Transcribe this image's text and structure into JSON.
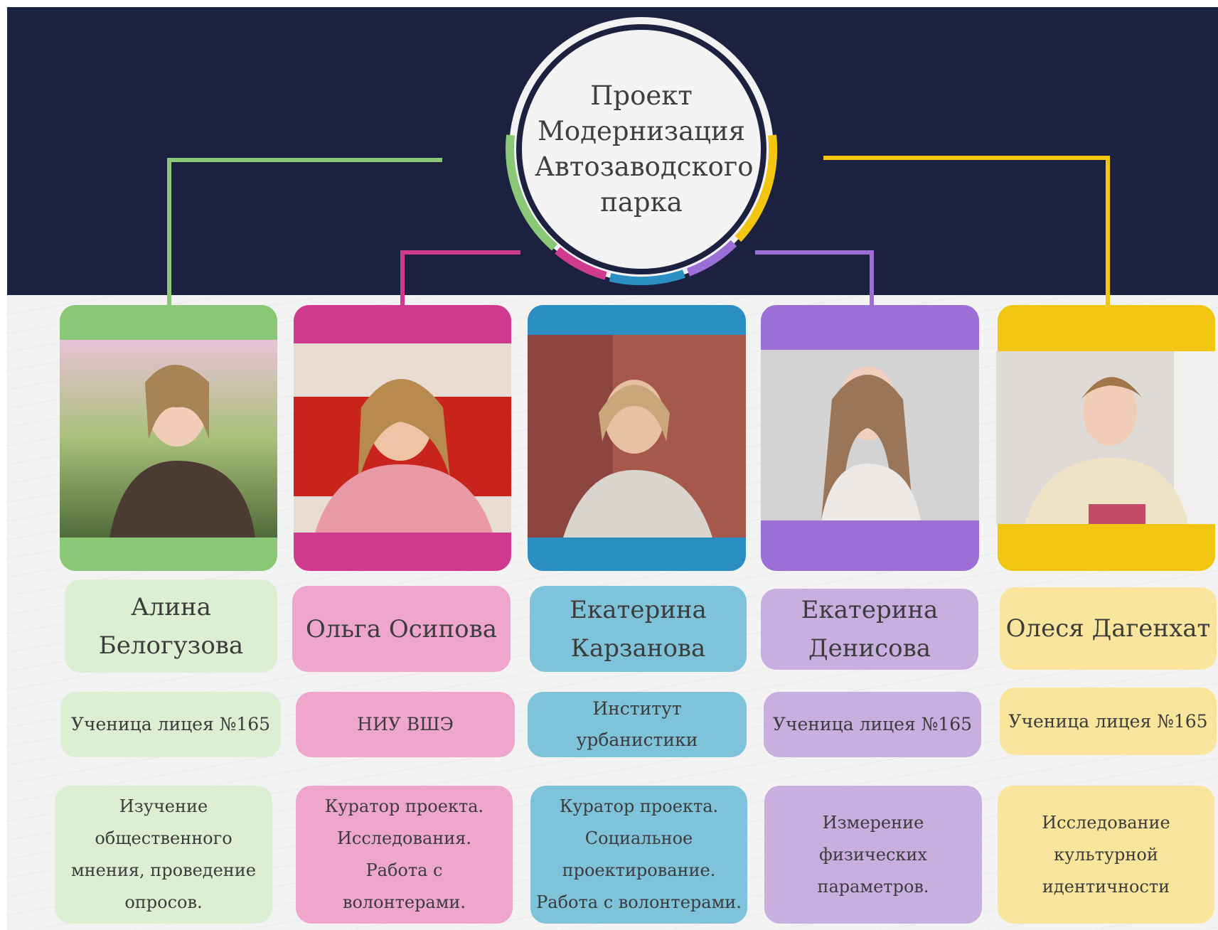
{
  "diagram": {
    "center_title": "Проект\nМодернизация\nАвтозаводского\nпарка",
    "ring_colors": [
      "#8ac776",
      "#cf3a8f",
      "#2a8ec3",
      "#9b6fd6",
      "#f2c511"
    ],
    "members": [
      {
        "color": "#8ac776",
        "light_color": "#dcefd2",
        "photo_icon": "person-photo",
        "name": "Алина Белогузова",
        "organization": "Ученица лицея №165",
        "role": "Изучение\nобщественного\nмнения, проведение\nопросов."
      },
      {
        "color": "#cf3a8f",
        "light_color": "#eea6cd",
        "photo_icon": "person-photo",
        "name": "Ольга Осипова",
        "organization": "НИУ ВШЭ",
        "role": "Куратор проекта.\nИсследования.\nРабота с\nволонтерами."
      },
      {
        "color": "#2a8ec3",
        "light_color": "#7fc3da",
        "photo_icon": "person-photo",
        "name": "Екатерина\nКарзанова",
        "organization": "Институт\nурбанистики",
        "role": "Куратор проекта.\nСоциальное\nпроектирование.\nРабота с волонтерами."
      },
      {
        "color": "#9b6fd6",
        "light_color": "#c9aee0",
        "photo_icon": "person-photo",
        "name": "Екатерина\nДенисова",
        "organization": "Ученица лицея №165",
        "role": "Измерение\nфизических\nпараметров."
      },
      {
        "color": "#f2c511",
        "light_color": "#f9e59c",
        "photo_icon": "person-photo",
        "name": "Олеся Дагенхат",
        "organization": "Ученица лицея №165",
        "role": "Исследование\nкультурной\nидентичности"
      }
    ]
  }
}
